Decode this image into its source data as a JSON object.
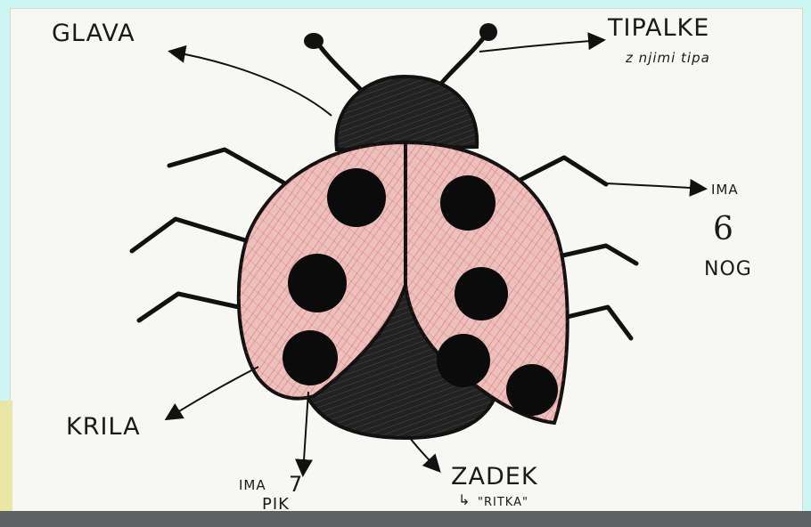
{
  "labels": {
    "glava": "GLAVA",
    "tipalke": "TIPALKE",
    "tipalke_note": "z njimi tipa",
    "ima_legs": "IMA",
    "legs_count": "6",
    "nog": "NOG",
    "krila": "KRILA",
    "ima_spots": "IMA",
    "spots_count": "7",
    "pik": "PIK",
    "zadek": "ZADEK",
    "zadek_note": "\"RITKA\"",
    "arrow_glyph": "↳"
  },
  "colors": {
    "background": "#cdf6f2",
    "paper": "#f7f7f4",
    "wing_fill": "#e8b3b0",
    "wing_scribble": "#c92a2a",
    "spot": "#0b0b0b",
    "body": "#1c1c1c",
    "ink": "#111111"
  }
}
